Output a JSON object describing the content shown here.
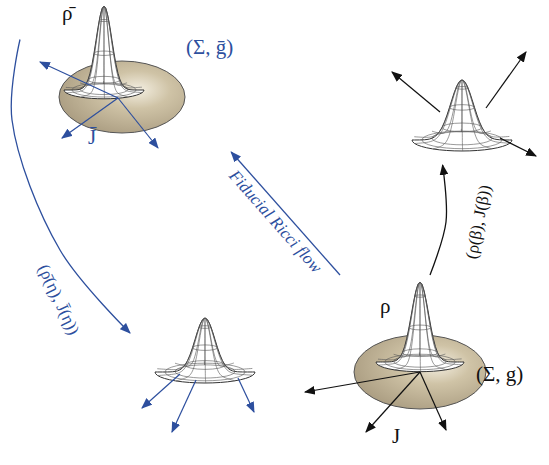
{
  "diagram": {
    "nodes": [
      {
        "text": [
          "ρ̄",
          "(Σ, ḡ)",
          "J̄"
        ]
      },
      {
        "text": []
      },
      {
        "text": [
          "ρ",
          "(Σ, g)",
          "J"
        ]
      },
      {
        "text": []
      }
    ],
    "edges": [
      {
        "from": 0,
        "to": 1,
        "arrow": "to",
        "label": "(ρ̄(η), J̄(η))"
      },
      {
        "from": 2,
        "to": 0,
        "arrow": "to",
        "label": "Fiducial Ricci flow"
      },
      {
        "from": 2,
        "to": 3,
        "arrow": "to",
        "label": "(ρ(β), J(β))"
      }
    ]
  }
}
